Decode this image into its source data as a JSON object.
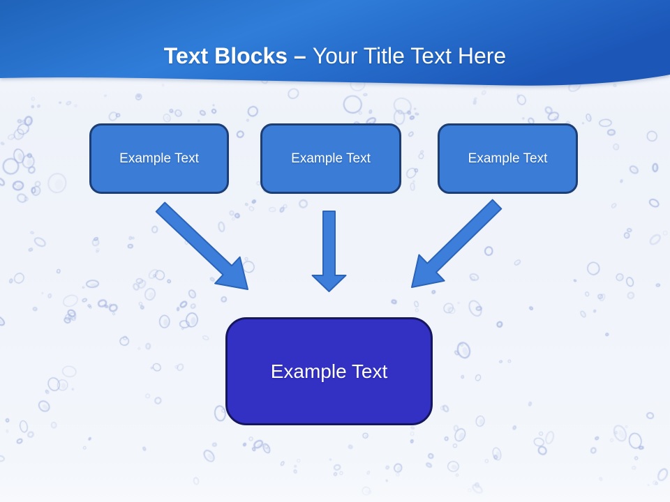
{
  "slide": {
    "header": {
      "title_bold": "Text Blocks –",
      "title_regular": "Your Title Text Here"
    },
    "diagram": {
      "source_blocks": [
        {
          "label": "Example Text"
        },
        {
          "label": "Example Text"
        },
        {
          "label": "Example Text"
        }
      ],
      "target_block": {
        "label": "Example Text"
      },
      "arrows": [
        {
          "direction": "down-right"
        },
        {
          "direction": "down"
        },
        {
          "direction": "down-left"
        }
      ]
    },
    "colors": {
      "header_blue_dark": "#1f63ba",
      "header_blue_light": "#2f7dd9",
      "header_blue_deep": "#1c57b8",
      "block_fill": "#3b7cd6",
      "block_border": "#1d3e74",
      "center_fill": "#3330c4",
      "center_border": "#15175e",
      "arrow_fill": "#3d7edb",
      "arrow_border": "#2a63b8",
      "text_white": "#ffffff"
    }
  }
}
